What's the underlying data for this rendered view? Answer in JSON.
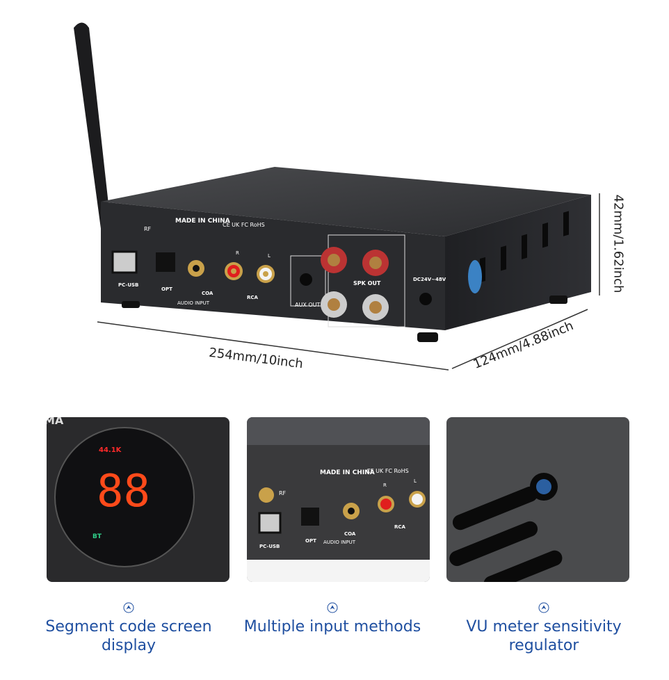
{
  "dimensions": {
    "width": "254mm/10inch",
    "depth": "124mm/4.88inch",
    "height": "42mm/1.62inch"
  },
  "device": {
    "made_in": "MADE IN CHINA",
    "certs": "CE UK FC RoHS",
    "rf": "RF",
    "ports": [
      "PC-USB",
      "OPT",
      "COA",
      "RCA"
    ],
    "audio_input": "AUDIO INPUT",
    "r": "R",
    "l": "L",
    "aux_out": "AUX OUT",
    "spk_out": "SPK OUT",
    "dc": "DC24V~48V"
  },
  "panels": [
    {
      "display_rate": "44.1K",
      "display_digits": "88",
      "display_mode": "BT",
      "brand_fragment": "MA"
    },
    {
      "made_in": "MADE IN CHINA",
      "certs": "CE UK FC RoHS",
      "rf": "RF",
      "ports": [
        "PC-USB",
        "OPT",
        "COA",
        "RCA"
      ],
      "audio_input": "AUDIO INPUT",
      "r": "R",
      "l": "L"
    },
    {}
  ],
  "captions": [
    {
      "line1": "Segment code screen",
      "line2": "display"
    },
    {
      "line1": "Multiple input methods",
      "line2": ""
    },
    {
      "line1": "VU meter sensitivity",
      "line2": "regulator"
    }
  ],
  "colors": {
    "caption": "#1f4fa0",
    "segment": "#ff4a1a",
    "rate": "#ff2a2a",
    "bt": "#2fd08a"
  }
}
